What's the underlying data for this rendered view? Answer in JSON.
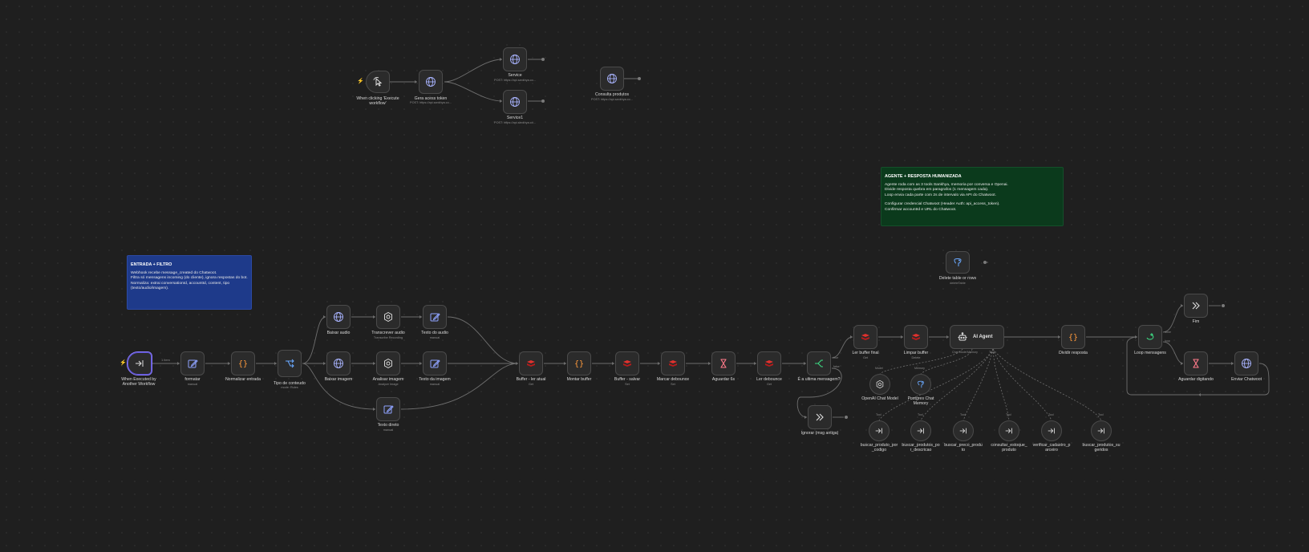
{
  "app": {
    "theme_accent": "#ff6d3f",
    "trigger_highlight": "#8a7cff"
  },
  "stickies": {
    "entrada": {
      "title": "ENTRADA + FILTRO",
      "lines": [
        "Webhook recebe message_created do Chatwoot.",
        "Filtra só mensagens incoming (do cliente), ignora respostas do bot.",
        "Normaliza: extrai conversationId, accountId, content, tipo (texto/audio/imagem)."
      ]
    },
    "agente": {
      "title": "AGENTE + RESPOSTA HUMANIZADA",
      "lines": [
        "Agente roda com as 3 tools Sankhya, memoria por conversa e Openai.",
        "Divide resposta quebra em paragrafos (1 mensagem cada).",
        "Loop envia cada parte com 2s de intervalo via API do Chatwoot."
      ],
      "lines2": [
        "Configurar credencial Chatwoot (Header Auth: api_access_token).",
        "Confirmar accountId e URL do Chatwoot."
      ]
    }
  },
  "edge_labels": {
    "items": "1 item",
    "true": "true",
    "false": "false"
  },
  "port_labels": {
    "chat_model": "Chat Model",
    "memory": "Memory",
    "tool": "Tool",
    "model": "Model",
    "memory2": "Memory",
    "done": "done",
    "loop": "loop"
  },
  "nodes": {
    "manual_trigger": {
      "label": "When clicking 'Execute workflow'"
    },
    "gera_token": {
      "label": "Gera acess token",
      "sub": "POST: https://api.sankhya.co..."
    },
    "service": {
      "label": "Service",
      "sub": "POST: https://api.sankhya.co..."
    },
    "service1": {
      "label": "Service1",
      "sub": "POST: https://api.sankhya.co..."
    },
    "consulta_produtos": {
      "label": "Consulta produtos",
      "sub": "POST: https://api.sankhya.co..."
    },
    "exec_trigger": {
      "label": "When Executed by Another Workflow"
    },
    "formatar": {
      "label": "formatar",
      "sub": "manual"
    },
    "normalizar": {
      "label": "Normalizar entrada"
    },
    "tipo_conteudo": {
      "label": "Tipo de conteudo",
      "sub": "mode: Rules"
    },
    "baixar_audio": {
      "label": "Baixar audio"
    },
    "transcrever": {
      "label": "Transcrever audio",
      "sub": "Transcribe Recording"
    },
    "texto_audio": {
      "label": "Texto do audio",
      "sub": "manual"
    },
    "baixar_imagem": {
      "label": "Baixar imagem"
    },
    "analisar_imagem": {
      "label": "Analisar imagem",
      "sub": "Analyze Image"
    },
    "texto_imagem": {
      "label": "Texto da imagem",
      "sub": "manual"
    },
    "texto_direto": {
      "label": "Texto direto",
      "sub": "manual"
    },
    "buffer_ler": {
      "label": "Buffer - ler atual",
      "sub": "Get"
    },
    "montar_buffer": {
      "label": "Montar buffer"
    },
    "buffer_salvar": {
      "label": "Buffer - salvar",
      "sub": "Set"
    },
    "marcar_debounce": {
      "label": "Marcar debounce",
      "sub": "Set"
    },
    "aguardar": {
      "label": "Aguardar 6s"
    },
    "ler_debounce": {
      "label": "Ler debounce",
      "sub": "Get"
    },
    "e_ultima": {
      "label": "É a ultima mensagem?"
    },
    "ignorar": {
      "label": "Ignorar (msg antiga)"
    },
    "ler_buffer_final": {
      "label": "Ler buffer final",
      "sub": "Get"
    },
    "limpar_buffer": {
      "label": "Limpar buffer",
      "sub": "Delete"
    },
    "ai_agent": {
      "label": "AI Agent"
    },
    "dividir": {
      "label": "Dividir resposta"
    },
    "loop": {
      "label": "Loop mensagens"
    },
    "fim": {
      "label": "Fim"
    },
    "aguardar_digitando": {
      "label": "Aguardar digitando"
    },
    "enviar": {
      "label": "Enviar Chatwoot"
    },
    "delete_table": {
      "label": "Delete table or rows",
      "sub": "deleteTable"
    },
    "openai_model": {
      "label": "OpenAI Chat Model"
    },
    "postgres_memory": {
      "label": "Postgres Chat Memory"
    },
    "tool1": {
      "label": "buscar_produto_por_codigo"
    },
    "tool2": {
      "label": "buscar_produtos_por_descricao"
    },
    "tool3": {
      "label": "buscar_preco_produto"
    },
    "tool4": {
      "label": "consultar_estoque_produto"
    },
    "tool5": {
      "label": "verificar_cadastro_parceiro"
    },
    "tool6": {
      "label": "buscar_produtos_sugeridos"
    }
  }
}
